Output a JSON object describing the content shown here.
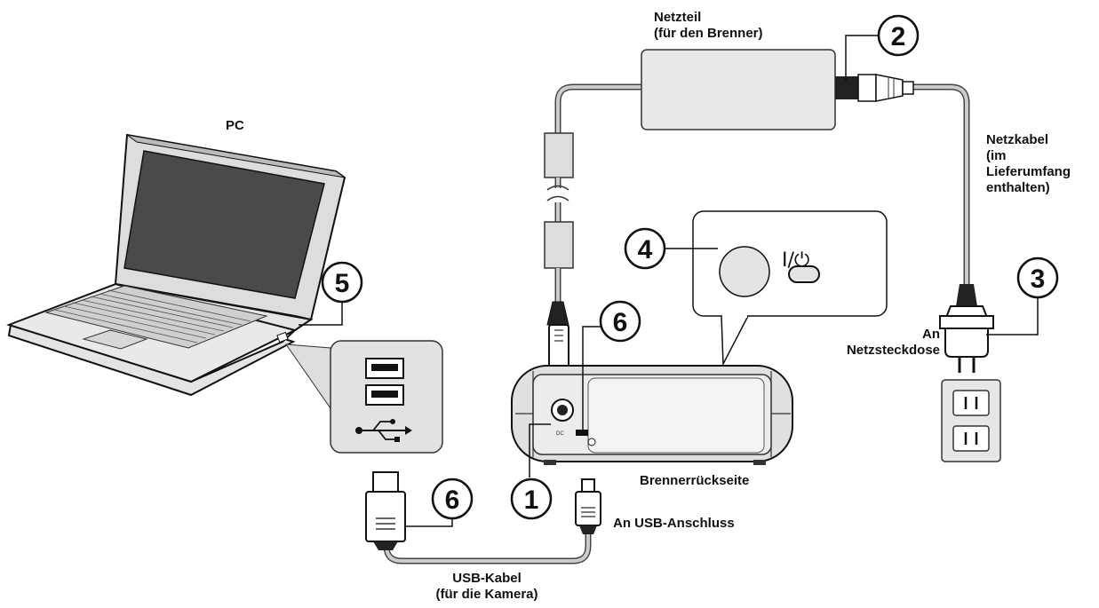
{
  "labels": {
    "pc": "PC",
    "adapter_line1": "Netzteil",
    "adapter_line2": "(für den Brenner)",
    "cord_line1": "Netzkabel",
    "cord_line2": "(im",
    "cord_line3": "Lieferumfang",
    "cord_line4": "enthalten)",
    "outlet_line1": "An",
    "outlet_line2": "Netzsteckdose",
    "burner_rear": "Brennerrückseite",
    "usb_port": "An USB-Anschluss",
    "usb_cable_line1": "USB-Kabel",
    "usb_cable_line2": "(für die Kamera)",
    "power_symbol": "I/⏻",
    "dc_mark": "DC"
  },
  "callouts": {
    "n1": "1",
    "n2": "2",
    "n3": "3",
    "n4": "4",
    "n5": "5",
    "n6a": "6",
    "n6b": "6"
  },
  "icons": [
    "usb-symbol-icon",
    "power-switch-icon"
  ]
}
